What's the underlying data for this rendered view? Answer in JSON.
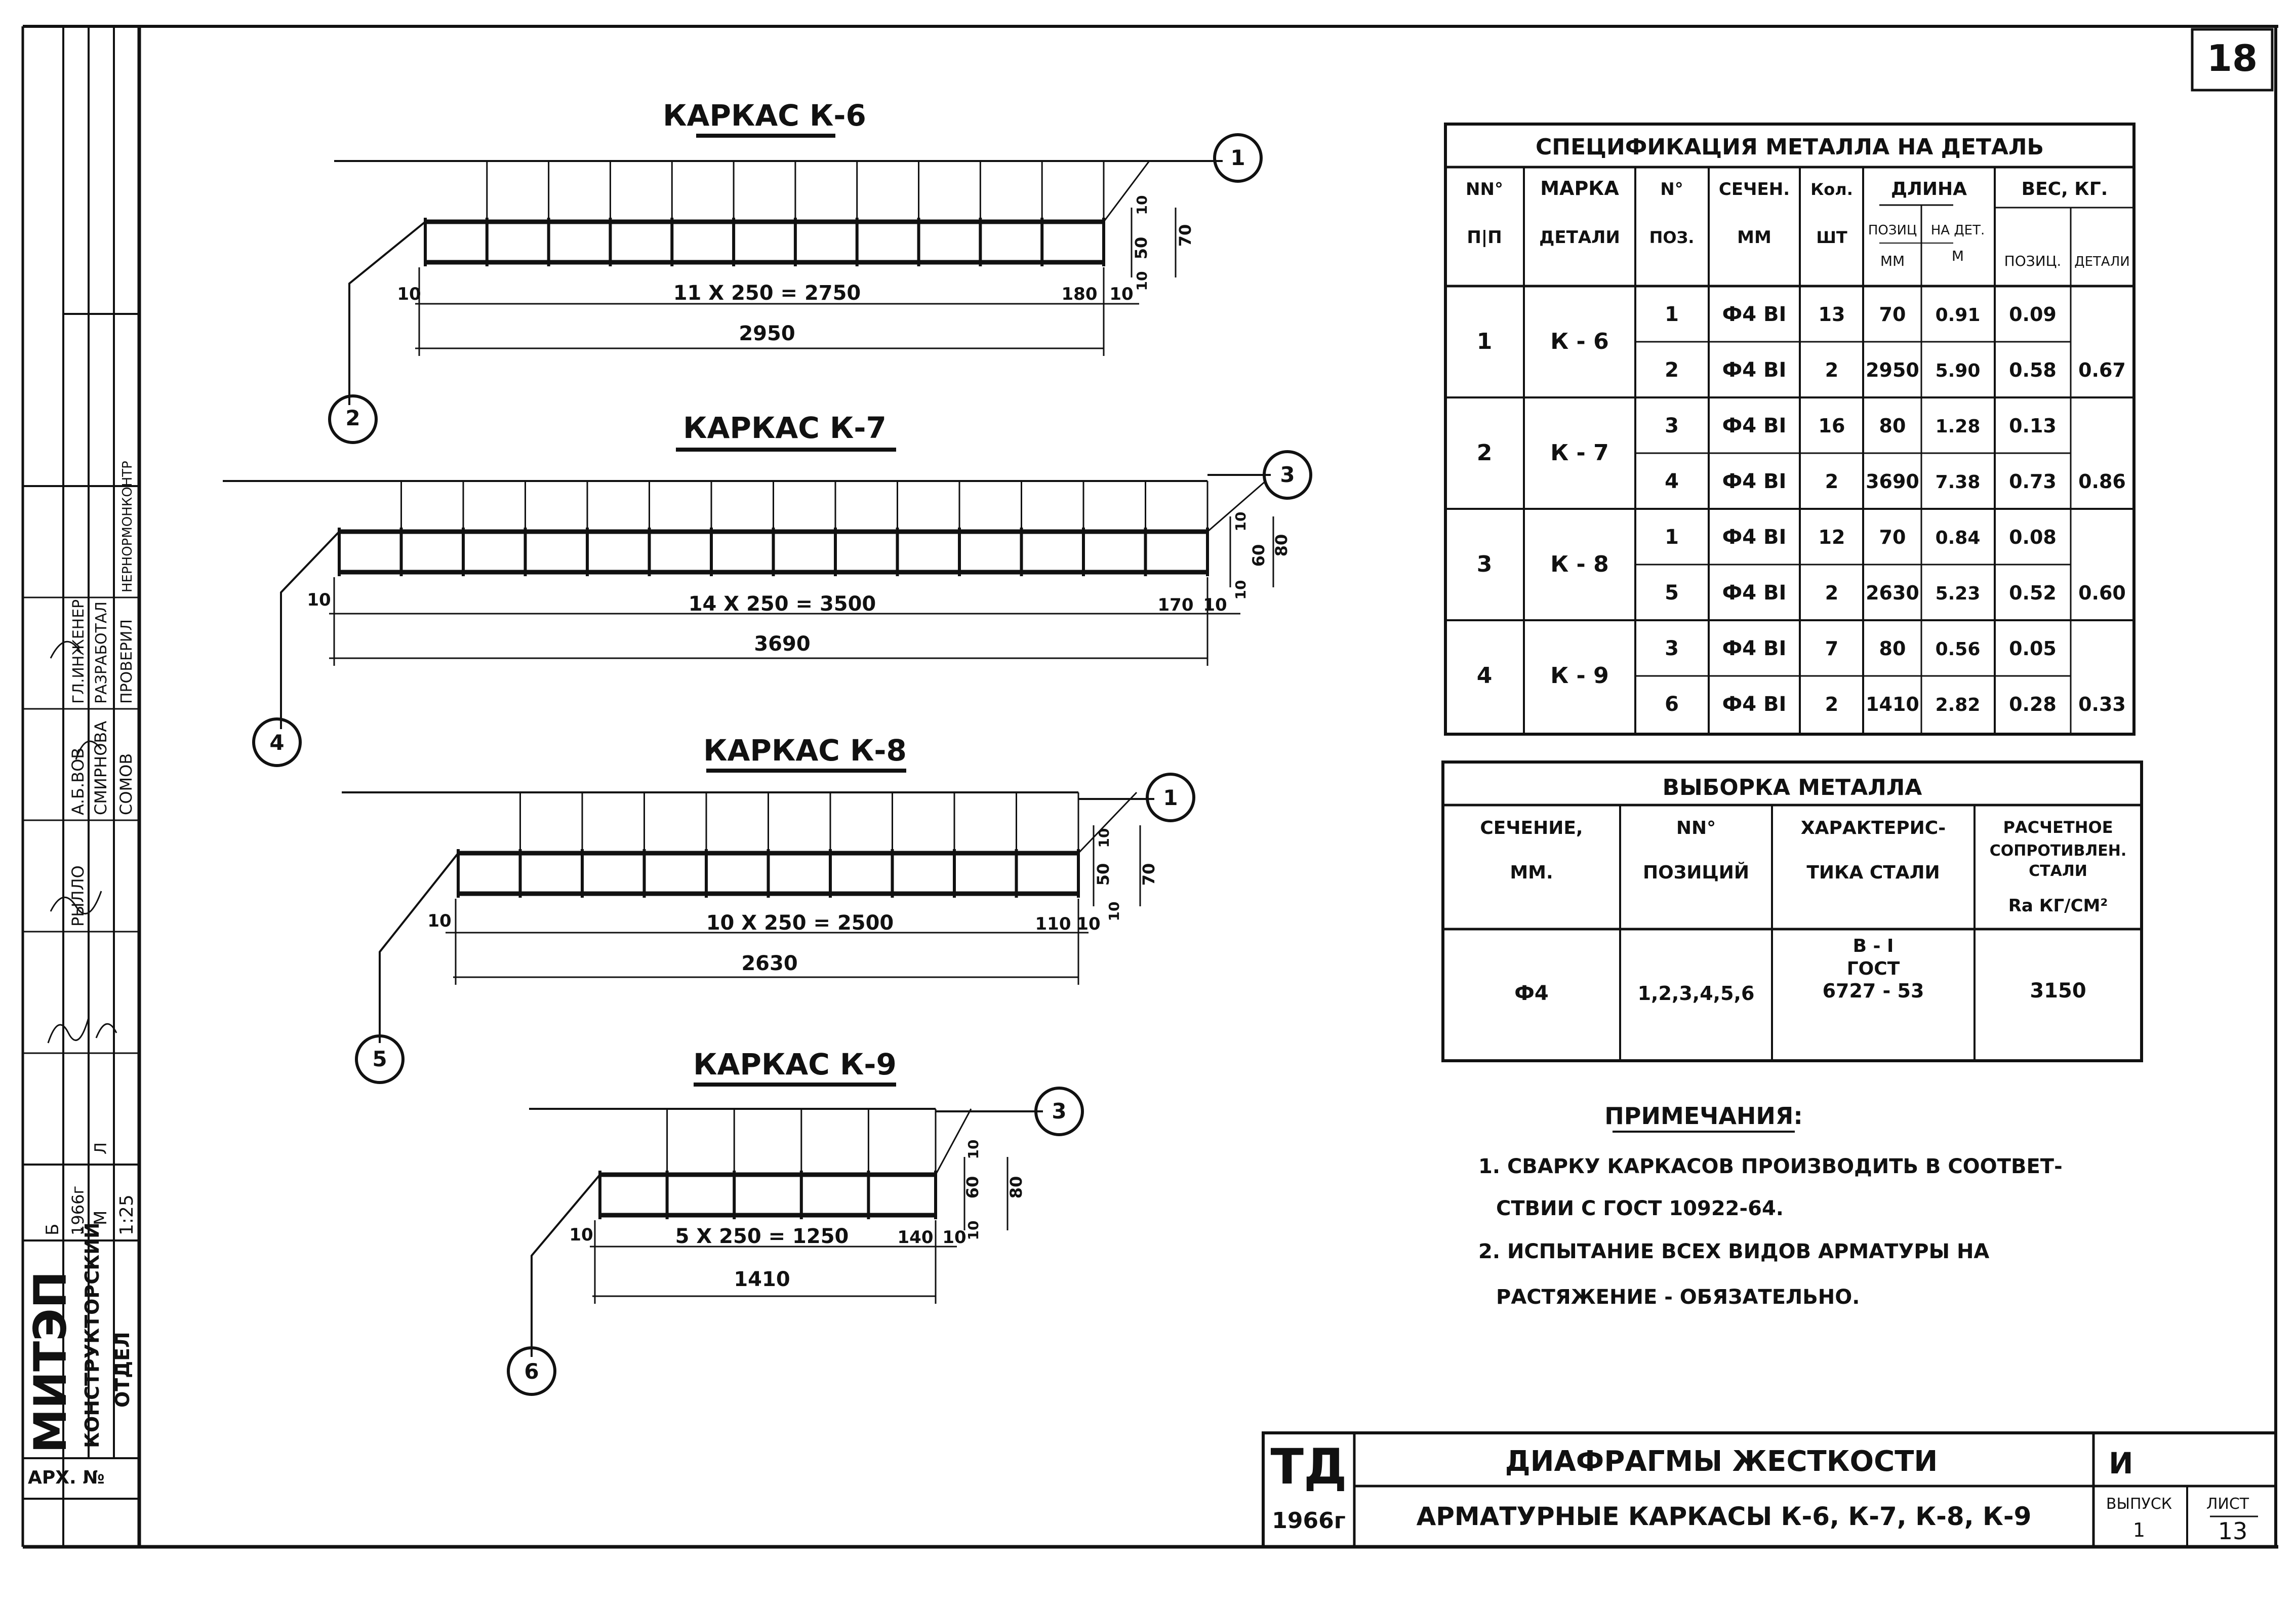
{
  "sheet_number": "18",
  "frames": [
    {
      "title": "КАРКАС К-6",
      "count_text": "11 Х 250 = 2750",
      "total": "2950",
      "end_dim": "180",
      "left_dim": "10",
      "right_dim": "10",
      "height_inner": "50",
      "height_outer": "70",
      "height_gap": "10",
      "pos_top": "1",
      "pos_bottom": "2"
    },
    {
      "title": "КАРКАС К-7",
      "count_text": "14 Х 250 = 3500",
      "total": "3690",
      "end_dim": "170",
      "left_dim": "10",
      "right_dim": "10",
      "height_inner": "60",
      "height_outer": "80",
      "height_gap": "10",
      "pos_top": "3",
      "pos_bottom": "4"
    },
    {
      "title": "КАРКАС К-8",
      "count_text": "10 Х 250 = 2500",
      "total": "2630",
      "end_dim": "110",
      "left_dim": "10",
      "right_dim": "10",
      "height_inner": "50",
      "height_outer": "70",
      "height_gap": "10",
      "pos_top": "1",
      "pos_bottom": "5"
    },
    {
      "title": "КАРКАС К-9",
      "count_text": "5 Х 250 = 1250",
      "total": "1410",
      "end_dim": "140",
      "left_dim": "10",
      "right_dim": "10",
      "height_inner": "60",
      "height_outer": "80",
      "height_gap": "10",
      "pos_top": "3",
      "pos_bottom": "6"
    }
  ],
  "spec": {
    "title": "СПЕЦИФИКАЦИЯ МЕТАЛЛА НА ДЕТАЛЬ",
    "h_nn": "NN°",
    "h_pp": "П|П",
    "h_marka": "МАРКА",
    "h_detali": "ДЕТАЛИ",
    "h_pos": "N°",
    "h_pos2": "ПОЗ.",
    "h_sech": "СЕЧЕН.",
    "h_sech2": "ММ",
    "h_kol": "Кол.",
    "h_kol2": "ШТ",
    "h_dlina": "ДЛИНА",
    "h_dl_pos": "ПОЗИЦ",
    "h_dl_pos_u": "ММ",
    "h_dl_det": "НА ДЕТ.",
    "h_dl_det_u": "М",
    "h_ves": "ВЕС, КГ.",
    "h_ves_pos": "ПОЗИЦ.",
    "h_ves_det": "ДЕТАЛИ",
    "groups": [
      {
        "nn": "1",
        "marka": "К - 6",
        "total": "0.67",
        "rows": [
          {
            "pos": "1",
            "sech": "Ф4 ВI",
            "kol": "13",
            "len": "70",
            "len_det": "0.91",
            "w": "0.09"
          },
          {
            "pos": "2",
            "sech": "Ф4 ВI",
            "kol": "2",
            "len": "2950",
            "len_det": "5.90",
            "w": "0.58"
          }
        ]
      },
      {
        "nn": "2",
        "marka": "К - 7",
        "total": "0.86",
        "rows": [
          {
            "pos": "3",
            "sech": "Ф4 ВI",
            "kol": "16",
            "len": "80",
            "len_det": "1.28",
            "w": "0.13"
          },
          {
            "pos": "4",
            "sech": "Ф4 ВI",
            "kol": "2",
            "len": "3690",
            "len_det": "7.38",
            "w": "0.73"
          }
        ]
      },
      {
        "nn": "3",
        "marka": "К - 8",
        "total": "0.60",
        "rows": [
          {
            "pos": "1",
            "sech": "Ф4 ВI",
            "kol": "12",
            "len": "70",
            "len_det": "0.84",
            "w": "0.08"
          },
          {
            "pos": "5",
            "sech": "Ф4 ВI",
            "kol": "2",
            "len": "2630",
            "len_det": "5.23",
            "w": "0.52"
          }
        ]
      },
      {
        "nn": "4",
        "marka": "К - 9",
        "total": "0.33",
        "rows": [
          {
            "pos": "3",
            "sech": "Ф4 ВI",
            "kol": "7",
            "len": "80",
            "len_det": "0.56",
            "w": "0.05"
          },
          {
            "pos": "6",
            "sech": "Ф4 ВI",
            "kol": "2",
            "len": "1410",
            "len_det": "2.82",
            "w": "0.28"
          }
        ]
      }
    ]
  },
  "vyborka": {
    "title": "ВЫБОРКА МЕТАЛЛА",
    "h1a": "СЕЧЕНИЕ,",
    "h1b": "ММ.",
    "h2a": "NN°",
    "h2b": "ПОЗИЦИЙ",
    "h3a": "ХАРАКТЕРИС-",
    "h3b": "ТИКА СТАЛИ",
    "h4a": "РАСЧЕТНОЕ",
    "h4b": "СОПРОТИВЛЕН.",
    "h4c": "СТАЛИ",
    "h4d": "Ra КГ/СМ²",
    "sech": "Ф4",
    "pos": "1,2,3,4,5,6",
    "steel1": "В - I",
    "steel2": "ГОСТ",
    "steel3": "6727 - 53",
    "ra": "3150"
  },
  "notes": {
    "title": "ПРИМЕЧАНИЯ:",
    "l1": "1. СВАРКУ КАРКАСОВ ПРОИЗВОДИТЬ В СООТВЕТ-",
    "l2": "СТВИИ С ГОСТ 10922-64.",
    "l3": "2. ИСПЫТАНИЕ ВСЕХ ВИДОВ АРМАТУРЫ НА",
    "l4": "РАСТЯЖЕНИЕ - ОБЯЗАТЕЛЬНО."
  },
  "titleblock": {
    "org": "ТД",
    "year": "1966г",
    "title1": "ДИАФРАГМЫ ЖЕСТКОСТИ",
    "title2": "АРМАТУРНЫЕ КАРКАСЫ К-6, К-7, К-8, К-9",
    "code": "И",
    "issue_label": "ВЫПУСК",
    "issue": "1",
    "list_label": "ЛИСТ",
    "list": "13"
  },
  "side": {
    "org": "МИТЭП",
    "dept1": "КОНСТРУКТОРСКИЙ",
    "dept2": "ОТДЕЛ",
    "arch": "АРХ. №",
    "roles": [
      "ГЛ.ИНЖЕНЕР",
      "РАЗРАБОТАЛ",
      "ПРОВЕРИЛ",
      "НЕРНОРМОНКОНТР"
    ],
    "names": [
      "А.Б.ВОВ",
      "СМИРНОВА",
      "СОМОВ",
      "РЫЛЛО"
    ],
    "year": "1966г",
    "m_label": "М",
    "scale": "1:25",
    "sheet_a": "Б",
    "sheet_b": "Л"
  }
}
